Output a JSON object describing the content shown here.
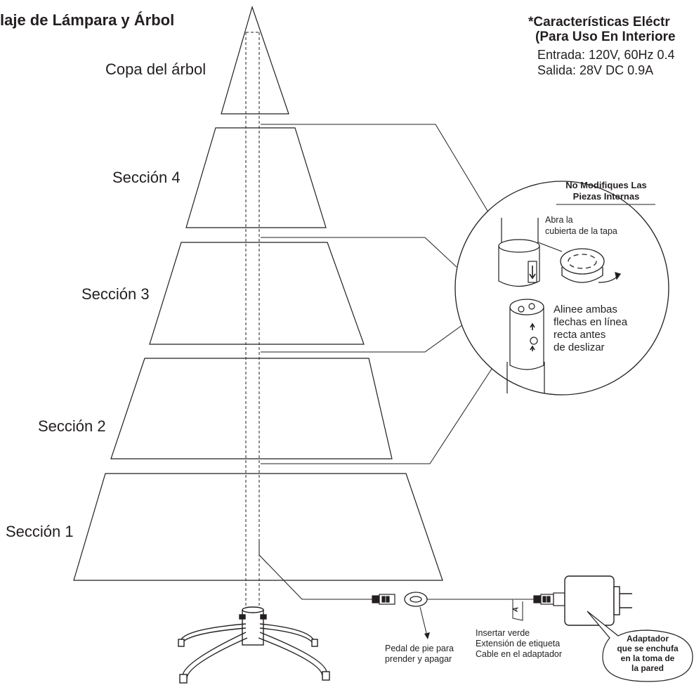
{
  "title": "laje de Lámpara y Árbol",
  "specs": {
    "heading_line1": "*Características Eléctr",
    "heading_line2": "(Para Uso En Interiore",
    "input": "Entrada: 120V, 60Hz 0.4",
    "output": "Salida: 28V DC 0.9A"
  },
  "sections": {
    "tree_top": "Copa del árbol",
    "section4": "Sección 4",
    "section3": "Sección 3",
    "section2": "Sección 2",
    "section1": "Sección 1"
  },
  "detail": {
    "warning_line1": "No Modifiques Las",
    "warning_line2": "Piezas Internas",
    "open_cover_line1": "Abra la",
    "open_cover_line2": "cubierta de la tapa",
    "align_line1": "Alinee ambas",
    "align_line2": "flechas en línea",
    "align_line3": "recta antes",
    "align_line4": "de deslizar"
  },
  "footer": {
    "pedal_line1": "Pedal de pie para",
    "pedal_line2": "prender y apagar",
    "insert_line1": "Insertar verde",
    "insert_line2": "Extensión de etiqueta",
    "insert_line3": "Cable en el adaptador",
    "adapter_line1": "Adaptador",
    "adapter_line2": "que se enchufa",
    "adapter_line3": "en la toma de",
    "adapter_line4": "la pared",
    "tag_letter": "A"
  }
}
